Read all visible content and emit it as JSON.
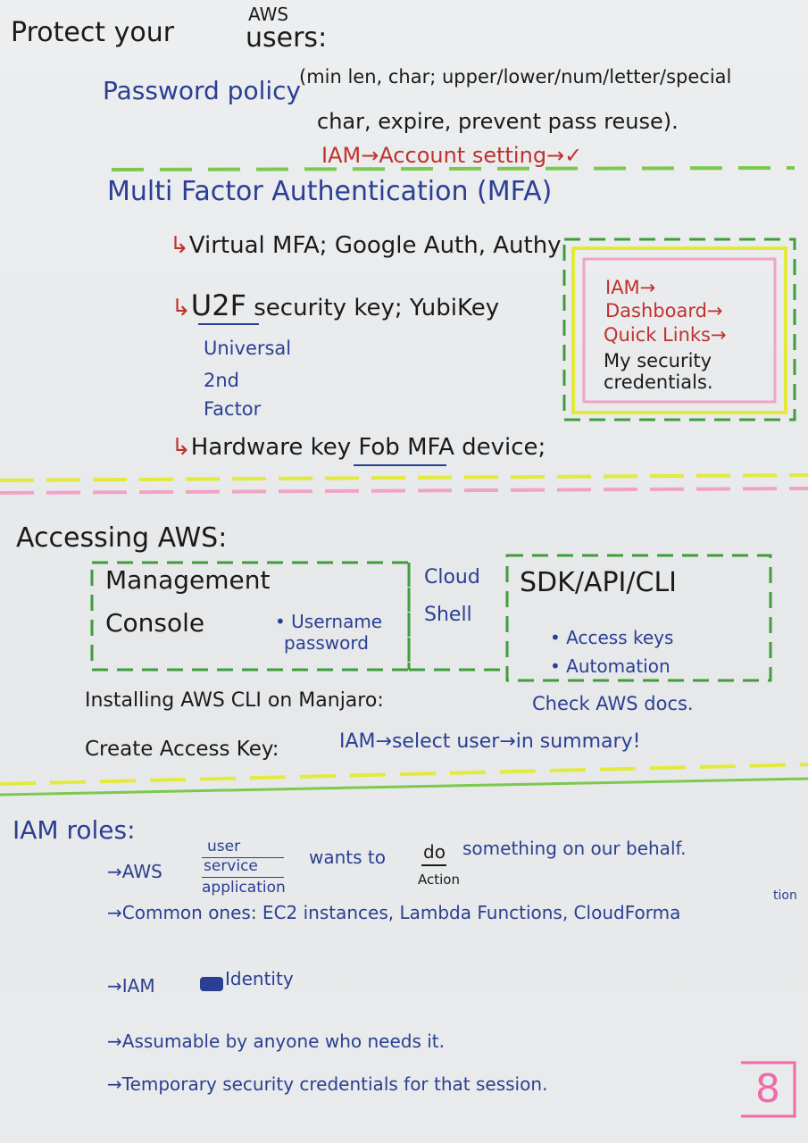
{
  "colors": {
    "ink_black": "#1a1a1a",
    "ink_blue": "#2a3f93",
    "ink_red": "#c0322b",
    "highlight_green": "#7bc94e",
    "highlight_yellow": "#e2ea3b",
    "highlight_pink": "#f0a3c6",
    "box_green": "#3f9e3a"
  },
  "section1": {
    "title_prefix": "Protect your",
    "title_aws": "AWS",
    "title_suffix": "users:",
    "password_policy_label": "Password policy",
    "password_policy_detail_1": "(min len, char; upper/lower/num/letter/special",
    "password_policy_detail_2": "char, expire, prevent pass reuse).",
    "iam_account_setting": "IAM→Account setting→✓",
    "mfa_title": "Multi Factor Authentication (MFA)",
    "mfa_items": [
      {
        "arrow": "↳",
        "text": "Virtual MFA; Google Auth, Authy"
      },
      {
        "arrow": "↳",
        "text_a": "U2F",
        "text_b": "security key; YubiKey"
      },
      {
        "arrow": "↳",
        "text_a": "Hardware",
        "text_b": "key Fob",
        "text_c": "MFA device;"
      }
    ],
    "u2f_expansion": [
      "Universal",
      "2nd",
      "Factor"
    ],
    "box_lines": [
      "IAM→",
      "Dashboard→",
      "Quick Links→",
      "My security",
      "credentials."
    ]
  },
  "section2": {
    "title": "Accessing AWS:",
    "console_title_1": "Management",
    "console_title_2": "Console",
    "console_bullet_1": "• Username",
    "console_bullet_2": "password",
    "cloudshell_1": "Cloud",
    "cloudshell_2": "Shell",
    "sdk_title": "SDK/API/CLI",
    "sdk_bullet_1": "• Access keys",
    "sdk_bullet_2": "• Automation",
    "install_label": "Installing AWS CLI on Manjaro:",
    "install_value": "Check AWS docs.",
    "access_key_label": "Create Access Key:",
    "access_key_value": "IAM→select user→in summary!"
  },
  "section3": {
    "title": "IAM roles:",
    "who_arrow": "→AWS",
    "who_options": [
      "user",
      "service",
      "application"
    ],
    "who_rest_a": "wants to",
    "who_do": "do",
    "who_rest_b": "something on our behalf.",
    "action_label": "Action",
    "items": [
      "→Common ones: EC2 instances, Lambda Functions, CloudForma",
      "→IAM",
      "→Assumable by anyone who needs it.",
      "→Temporary security credentials for that session."
    ],
    "iam_identity": "Identity",
    "cloudformation_overflow": "tion"
  },
  "page_number": "8"
}
